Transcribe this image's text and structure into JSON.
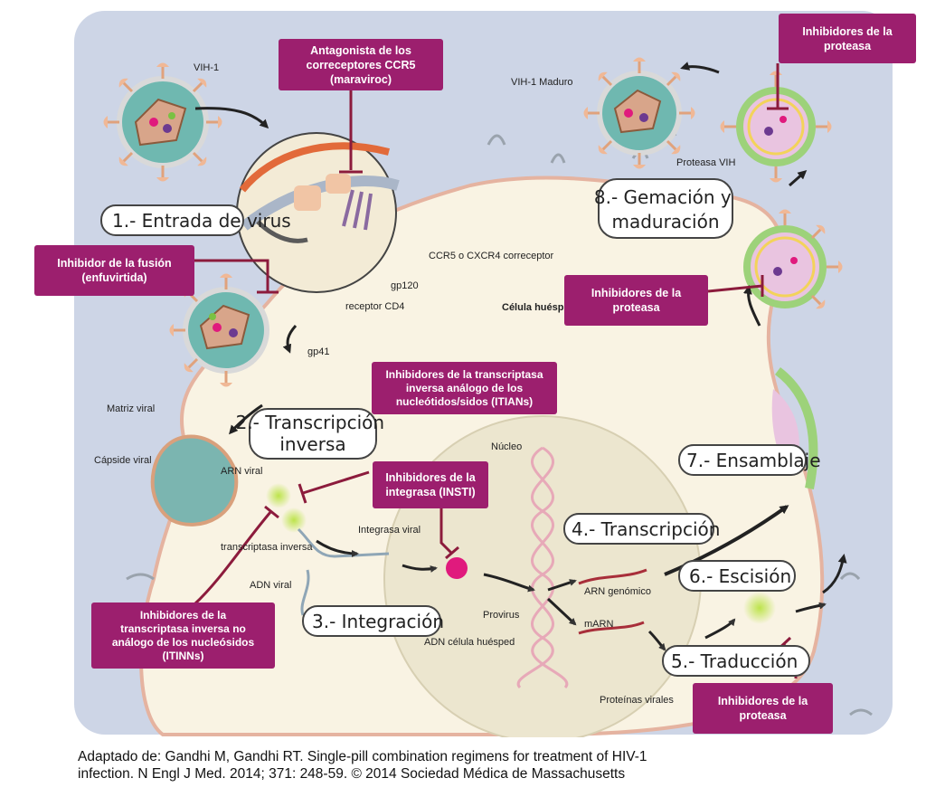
{
  "labels": {
    "hiv1": "VIH-1",
    "hiv1_mature": "VIH-1 Maduro",
    "hiv_protease": "Proteasa VIH",
    "host_cell": "Célula huésped",
    "nucleus": "Núcleo",
    "gp120": "gp120",
    "cd4_receptor": "receptor CD4",
    "coreceptor": "CCR5 o CXCR4 correceptor",
    "gp41": "gp41",
    "viral_matrix": "Matriz viral",
    "viral_capsid": "Cápside viral",
    "viral_rna": "ARN viral",
    "reverse_transcriptase": "transcriptasa inversa",
    "viral_dna": "ADN viral",
    "viral_integrase": "Integrasa viral",
    "provirus": "Provirus",
    "host_dna": "ADN célula huésped",
    "genomic_rna": "ARN genómico",
    "mrna": "mARN",
    "viral_proteins": "Proteínas virales"
  },
  "steps": {
    "entry": "1.- Entrada de virus",
    "reverse_transcription": [
      "2.- Transcripción",
      "inversa"
    ],
    "integration": "3.- Integración",
    "transcription": "4.- Transcripción",
    "translation": "5.- Traducción",
    "excision": "6.- Escisión",
    "assembly": "7.- Ensamblaje",
    "budding": [
      "8.- Gemación y",
      "maduración"
    ]
  },
  "drugs": {
    "ccr5_antagonist": [
      "Antagonista de los",
      "correceptores CCR5",
      "(maraviroc)"
    ],
    "fusion_inhibitor": [
      "Inhibidor de la fusión",
      "(enfuvirtida)"
    ],
    "nrti": [
      "Inhibidores de la transcriptasa",
      "inversa análogo de los",
      "nucleótidos/sidos (ITIANs)"
    ],
    "insti": [
      "Inhibidores de la",
      "integrasa (INSTI)"
    ],
    "nnrti": [
      "Inhibidores de la",
      "transcriptasa inversa no",
      "análogo de los nucleósidos",
      "(ITINNs)"
    ],
    "protease_top": [
      "Inhibidores de la",
      "proteasa"
    ],
    "protease_mid": [
      "Inhibidores de la",
      "proteasa"
    ],
    "protease_bottom": [
      "Inhibidores de la",
      "proteasa"
    ]
  },
  "credit": [
    "Adaptado de: Gandhi M, Gandhi RT. Single-pill combination regimens for treatment of HIV-1",
    "infection. N Engl J Med. 2014; 371: 248-59. © 2014 Sociedad Médica de Massachusetts"
  ],
  "colors": {
    "background": "#cdd5e6",
    "cell": "#f9f3e3",
    "nucleus": "#ece6cf",
    "drug_box": "#9c1f6e",
    "inhibitor_line": "#8c1b3c",
    "virus_membrane": "#e26a3a",
    "virus_teal": "#6fb8b0"
  }
}
